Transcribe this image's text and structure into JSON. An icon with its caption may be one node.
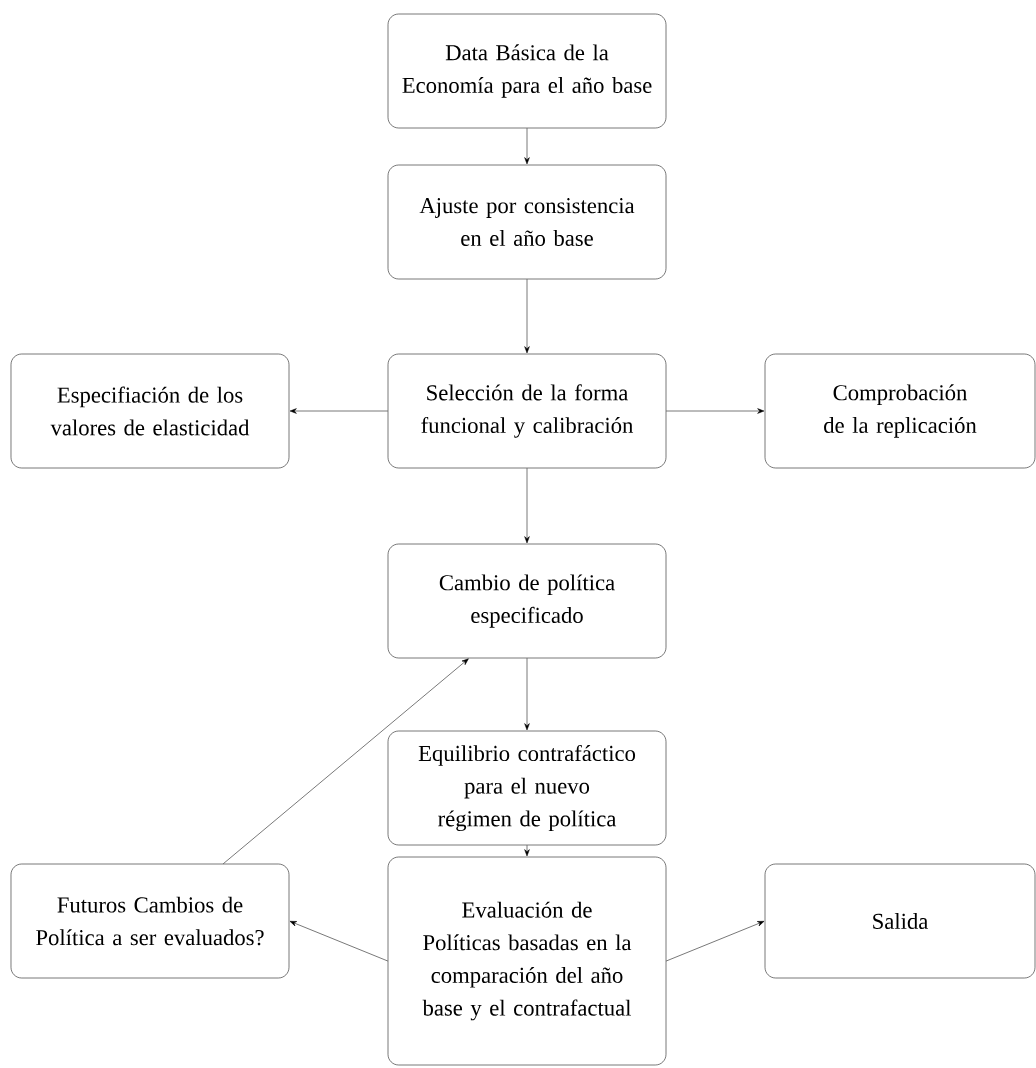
{
  "diagram": {
    "nodes": [
      {
        "text": [
          "Data Básica de la Economía para el año base"
        ]
      },
      {
        "text": [
          "Ajuste por consistencia en el año base"
        ]
      },
      {
        "text": [
          "Selección de la forma funcional y calibración"
        ]
      },
      {
        "text": [
          "Especifiación de los valores de elasticidad"
        ]
      },
      {
        "text": [
          "Comprobación de la replicación"
        ]
      },
      {
        "text": [
          "Cambio de política especificado"
        ]
      },
      {
        "text": [
          "Equilibrio contrafáctico para el nuevo régimen de política"
        ]
      },
      {
        "text": [
          "Evaluación de Políticas basadas en la comparación del año base y el contrafactual"
        ]
      },
      {
        "text": [
          "Futuros Cambios de Política a ser evaluados?"
        ]
      },
      {
        "text": [
          "Salida"
        ]
      }
    ],
    "edges": [
      {
        "from": 0,
        "to": 1,
        "arrow": "to"
      },
      {
        "from": 1,
        "to": 2,
        "arrow": "to"
      },
      {
        "from": 2,
        "to": 3,
        "arrow": "to"
      },
      {
        "from": 2,
        "to": 4,
        "arrow": "to"
      },
      {
        "from": 2,
        "to": 5,
        "arrow": "to"
      },
      {
        "from": 5,
        "to": 6,
        "arrow": "to"
      },
      {
        "from": 6,
        "to": 7,
        "arrow": "to"
      },
      {
        "from": 7,
        "to": 8,
        "arrow": "to"
      },
      {
        "from": 7,
        "to": 9,
        "arrow": "to"
      },
      {
        "from": 8,
        "to": 5,
        "arrow": "to"
      }
    ]
  }
}
